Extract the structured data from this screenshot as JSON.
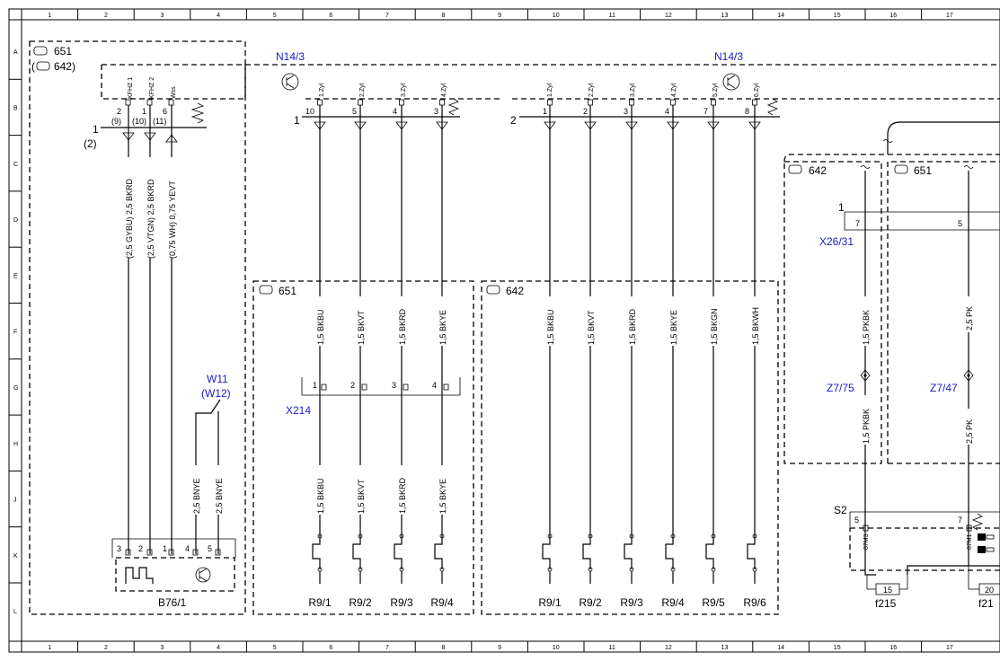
{
  "grid": {
    "columns": [
      "1",
      "2",
      "3",
      "4",
      "5",
      "6",
      "7",
      "8",
      "9",
      "10",
      "11",
      "12",
      "13",
      "14",
      "15",
      "16",
      "17"
    ],
    "rows": [
      "A",
      "B",
      "C",
      "D",
      "E",
      "F",
      "G",
      "H",
      "J",
      "K",
      "L"
    ]
  },
  "components": {
    "n14_left": "N14/3",
    "n14_right": "N14/3",
    "b76": "B76/1",
    "w11": "W11",
    "w12": "(W12)",
    "x214": "X214",
    "x26": "X26/31",
    "z7_75": "Z7/75",
    "z7_47": "Z7/47",
    "s2": "S2",
    "f215": "f215",
    "f21": "f21"
  },
  "variants": {
    "v651": "651",
    "v642": "642)",
    "v651_open": "(",
    "box651_mid": "651",
    "box642_mid": "642",
    "box642_right": "642",
    "box651_right": "651"
  },
  "connector1": {
    "pin_labels": [
      "KFHZ 1",
      "KFHZ 2",
      "Wss"
    ],
    "pins": [
      "2",
      "1",
      "6"
    ],
    "alt_pins": [
      "(9)",
      "(10)",
      "(11)"
    ],
    "conn_num": "1",
    "conn_alt": "(2)",
    "wires": [
      "(2,5 GYBU) 2,5 BKRD",
      "(2,5 VTGN) 2,5 BKRD",
      "(0,75 WH) 0,75 YEVT"
    ]
  },
  "b76_pins": [
    "3",
    "2",
    "1",
    "4",
    "5"
  ],
  "w11_wires": [
    "2,5 BNYE",
    "2,5 BNYE"
  ],
  "n14_conn1": {
    "num": "1",
    "pin_labels": [
      "1.Zyl",
      "2.Zyl",
      "3.Zyl",
      "4.Zyl"
    ],
    "pins": [
      "10",
      "5",
      "4",
      "3"
    ]
  },
  "n14_conn2": {
    "num": "2",
    "pin_labels": [
      "1.Zyl",
      "2.Zyl",
      "3.Zyl",
      "4.Zyl",
      "5.Zyl",
      "6.Zyl"
    ],
    "pins": [
      "1",
      "2",
      "3",
      "4",
      "7",
      "8"
    ]
  },
  "mid_wires_upper": [
    "1,5 BKBU",
    "1,5 BKVT",
    "1,5 BKRD",
    "1,5 BKYE"
  ],
  "mid_wires_lower": [
    "1,5 BKBU",
    "1,5 BKVT",
    "1,5 BKRD",
    "1,5 BKYE"
  ],
  "x214_pins": [
    "1",
    "2",
    "3",
    "4"
  ],
  "glow_left": [
    "R9/1",
    "R9/2",
    "R9/3",
    "R9/4"
  ],
  "right_wires": [
    "1,5 BKBU",
    "1,5 BKVT",
    "1,5 BKRD",
    "1,5 BKYE",
    "1,5 BKGN",
    "1,5 BKWH"
  ],
  "glow_right": [
    "R9/1",
    "R9/2",
    "R9/3",
    "R9/4",
    "R9/5",
    "R9/6"
  ],
  "x26": {
    "num": "1",
    "pins": [
      "7",
      "5"
    ]
  },
  "far_right_wires": {
    "pkbk_upper": "1,5 PKBK",
    "pkbk_lower": "1,5 PKBK",
    "pk_upper": "2,5 PK",
    "pk_lower": "2,5 PK"
  },
  "s2": {
    "pins": [
      "5",
      "7"
    ],
    "terminal_labels": [
      "87M3",
      "87M1"
    ]
  },
  "fuses": [
    "15",
    "20"
  ]
}
